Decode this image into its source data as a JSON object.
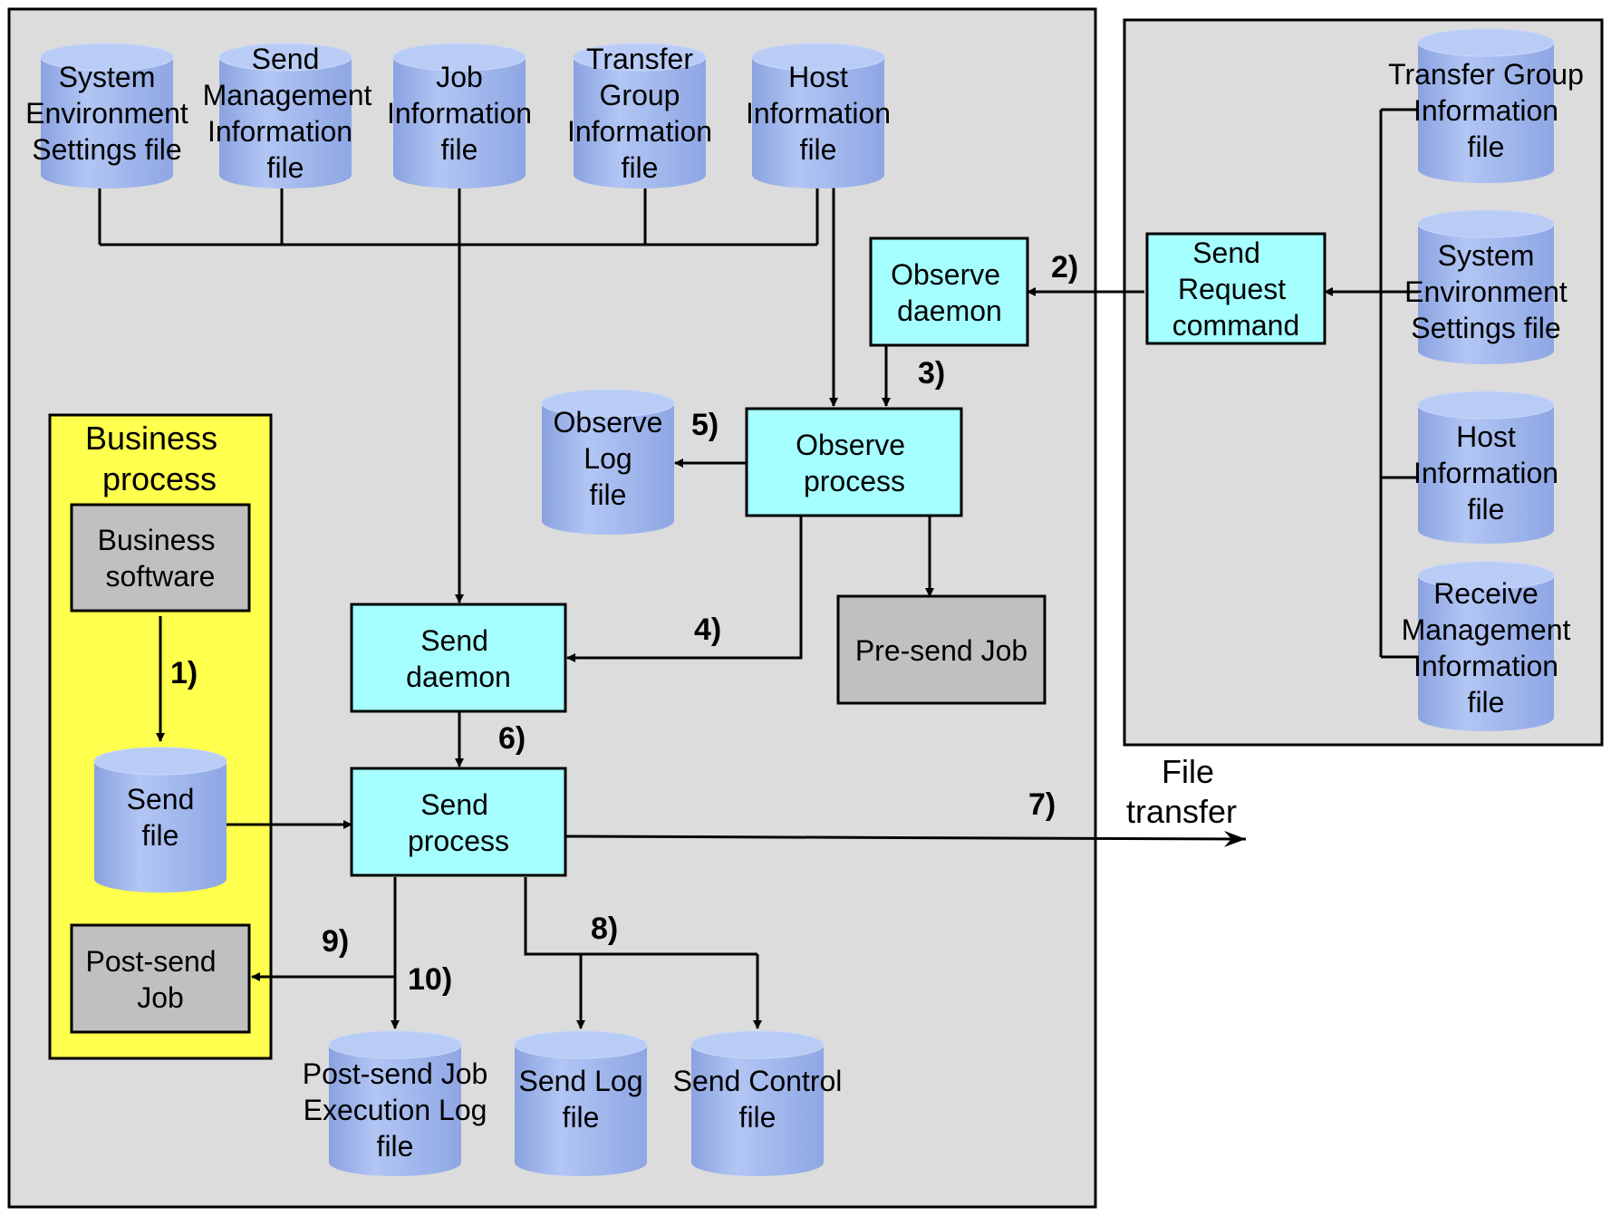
{
  "colors": {
    "background": "#ffffff",
    "main_panel": "#dcdcdc",
    "business_panel": "#ffff4d",
    "process_box": "#a5ffff",
    "job_box": "#c0c0c0",
    "cylinder_body": "#98aee8",
    "cylinder_top": "#b8ccf6",
    "line": "#000000"
  },
  "files_top": [
    {
      "id": "sys-env",
      "lines": [
        "System",
        "Environment",
        "Settings file"
      ]
    },
    {
      "id": "send-mgmt",
      "lines": [
        "Send",
        "Management",
        "Information",
        "file"
      ]
    },
    {
      "id": "job-info",
      "lines": [
        "Job",
        "Information",
        "file"
      ]
    },
    {
      "id": "transfer-group",
      "lines": [
        "Transfer",
        "Group",
        "Information",
        "file"
      ]
    },
    {
      "id": "host-info",
      "lines": [
        "Host",
        "Information",
        "file"
      ]
    }
  ],
  "files_right": [
    {
      "id": "r-transfer-group",
      "lines": [
        "Transfer Group",
        "Information",
        "file"
      ]
    },
    {
      "id": "r-sys-env",
      "lines": [
        "System",
        "Environment",
        "Settings file"
      ]
    },
    {
      "id": "r-host-info",
      "lines": [
        "Host",
        "Information",
        "file"
      ]
    },
    {
      "id": "r-recv-mgmt",
      "lines": [
        "Receive",
        "Management",
        "Information",
        "file"
      ]
    }
  ],
  "files_bottom": [
    {
      "id": "post-send-log",
      "lines": [
        "Post-send Job",
        "Execution Log",
        "file"
      ]
    },
    {
      "id": "send-log",
      "lines": [
        "Send Log",
        "file"
      ]
    },
    {
      "id": "send-control",
      "lines": [
        "Send Control",
        "file"
      ]
    }
  ],
  "observe_log": {
    "lines": [
      "Observe",
      "Log",
      "file"
    ]
  },
  "send_file": {
    "lines": [
      "Send",
      "file"
    ]
  },
  "business_process": {
    "lines": [
      "Business",
      "process"
    ]
  },
  "boxes": {
    "observe_daemon": {
      "lines": [
        "Observe",
        "daemon"
      ]
    },
    "send_request": {
      "lines": [
        "Send",
        "Request",
        "command"
      ]
    },
    "observe_process": {
      "lines": [
        "Observe",
        "process"
      ]
    },
    "pre_send_job": {
      "lines": [
        "Pre-send Job"
      ]
    },
    "send_daemon": {
      "lines": [
        "Send",
        "daemon"
      ]
    },
    "send_process": {
      "lines": [
        "Send",
        "process"
      ]
    },
    "business_software": {
      "lines": [
        "Business",
        "software"
      ]
    },
    "post_send_job": {
      "lines": [
        "Post-send",
        "Job"
      ]
    }
  },
  "file_transfer": {
    "lines": [
      "File",
      "transfer"
    ]
  },
  "steps": {
    "s1": "1)",
    "s2": "2)",
    "s3": "3)",
    "s4": "4)",
    "s5": "5)",
    "s6": "6)",
    "s7": "7)",
    "s8": "8)",
    "s9": "9)",
    "s10": "10)"
  }
}
